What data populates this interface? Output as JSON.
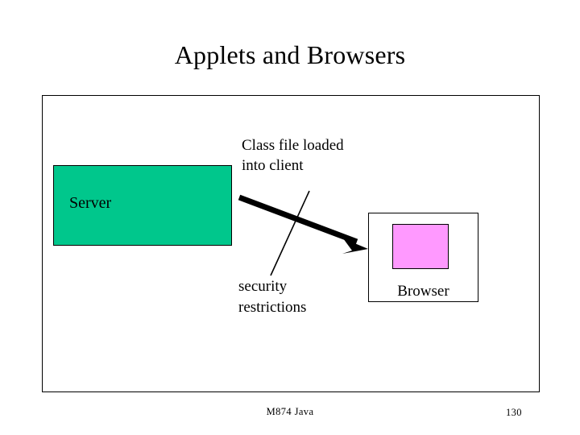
{
  "slide": {
    "title": "Applets and Browsers",
    "footer": "M874 Java",
    "page_number": "130"
  },
  "diagram": {
    "server": {
      "label": "Server",
      "fill_color": "#00C78C",
      "border_color": "#000000"
    },
    "browser": {
      "label": "Browser",
      "fill_color": "#FFFFFF",
      "border_color": "#000000",
      "applet_rect": {
        "name": "applet-area",
        "fill_color": "#FF99FF",
        "border_color": "#000000"
      }
    },
    "captions": {
      "class_file_line1": "Class file loaded",
      "class_file_line2": "into client",
      "security_line1": "security",
      "security_line2": "restrictions"
    },
    "arrow": {
      "name": "class-file-transfer-arrow",
      "color": "#000000",
      "from": "Server",
      "to": "Browser"
    },
    "barrier_line": {
      "name": "security-restriction-line",
      "color": "#000000"
    }
  }
}
